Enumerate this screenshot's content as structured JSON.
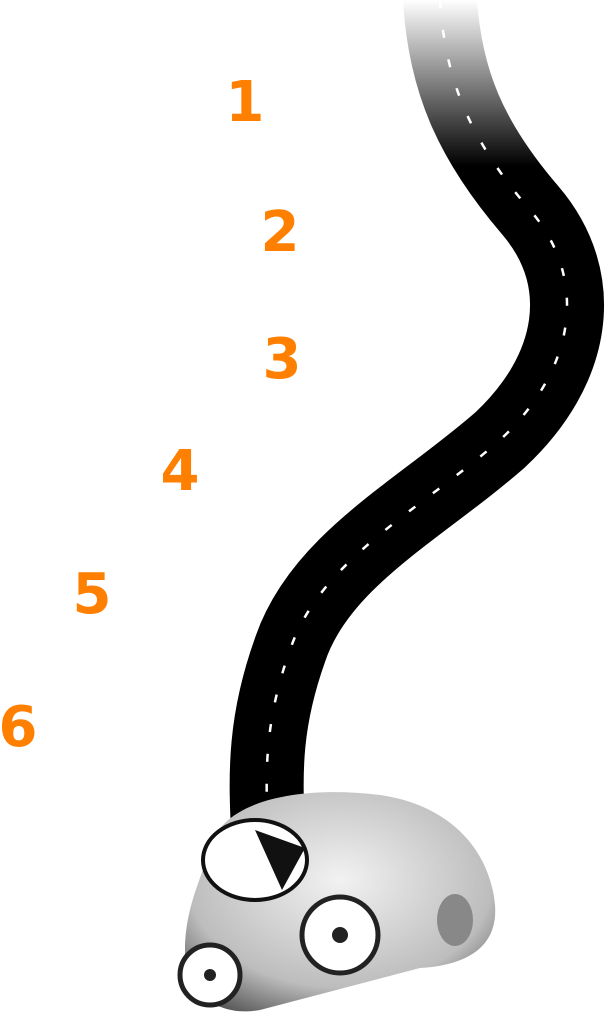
{
  "steps": [
    "1",
    "2",
    "3",
    "4",
    "5",
    "6"
  ],
  "colors": {
    "accent": "#FF7F00",
    "road": "#000000",
    "car": "#d9d9d9"
  },
  "icons": {
    "road": "winding-road-illustration",
    "car": "cartoon-car-illustration"
  }
}
